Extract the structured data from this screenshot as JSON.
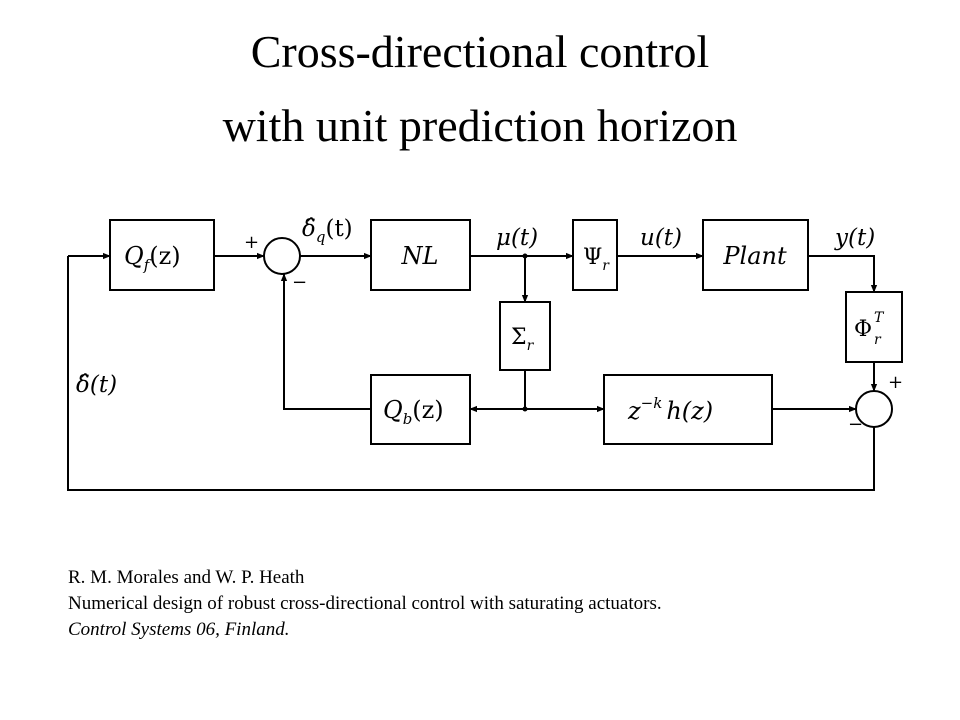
{
  "title": {
    "line1": "Cross-directional control",
    "line2": "with unit prediction horizon"
  },
  "diagram": {
    "blocks": {
      "qf": {
        "name": "Q",
        "sub": "f",
        "arg": "(z)"
      },
      "nl": {
        "text": "NL"
      },
      "psi": {
        "name": "Ψ",
        "sub": "r"
      },
      "plant": {
        "text": "Plant"
      },
      "sigma": {
        "name": "Σ",
        "sub": "r"
      },
      "phi": {
        "name": "Φ",
        "sub": "r",
        "sup": "T"
      },
      "qb": {
        "name": "Q",
        "sub": "b",
        "arg": "(z)"
      },
      "zkh": {
        "base": "z",
        "sup": "−k",
        "rest": "h(z)"
      }
    },
    "signals": {
      "delta_q": {
        "name": "δ̂",
        "sub": "q",
        "arg": "(t)"
      },
      "mu": {
        "text": "μ(t)"
      },
      "u": {
        "text": "u(t)"
      },
      "y": {
        "text": "y(t)"
      },
      "delta": {
        "text": "δ̂(t)"
      }
    },
    "signs": {
      "plus": "+",
      "minus": "−"
    }
  },
  "reference": {
    "authors": "R. M. Morales and W. P. Heath",
    "paper": "Numerical design of robust cross-directional control with saturating actuators.",
    "venue": "Control Systems 06, Finland."
  }
}
